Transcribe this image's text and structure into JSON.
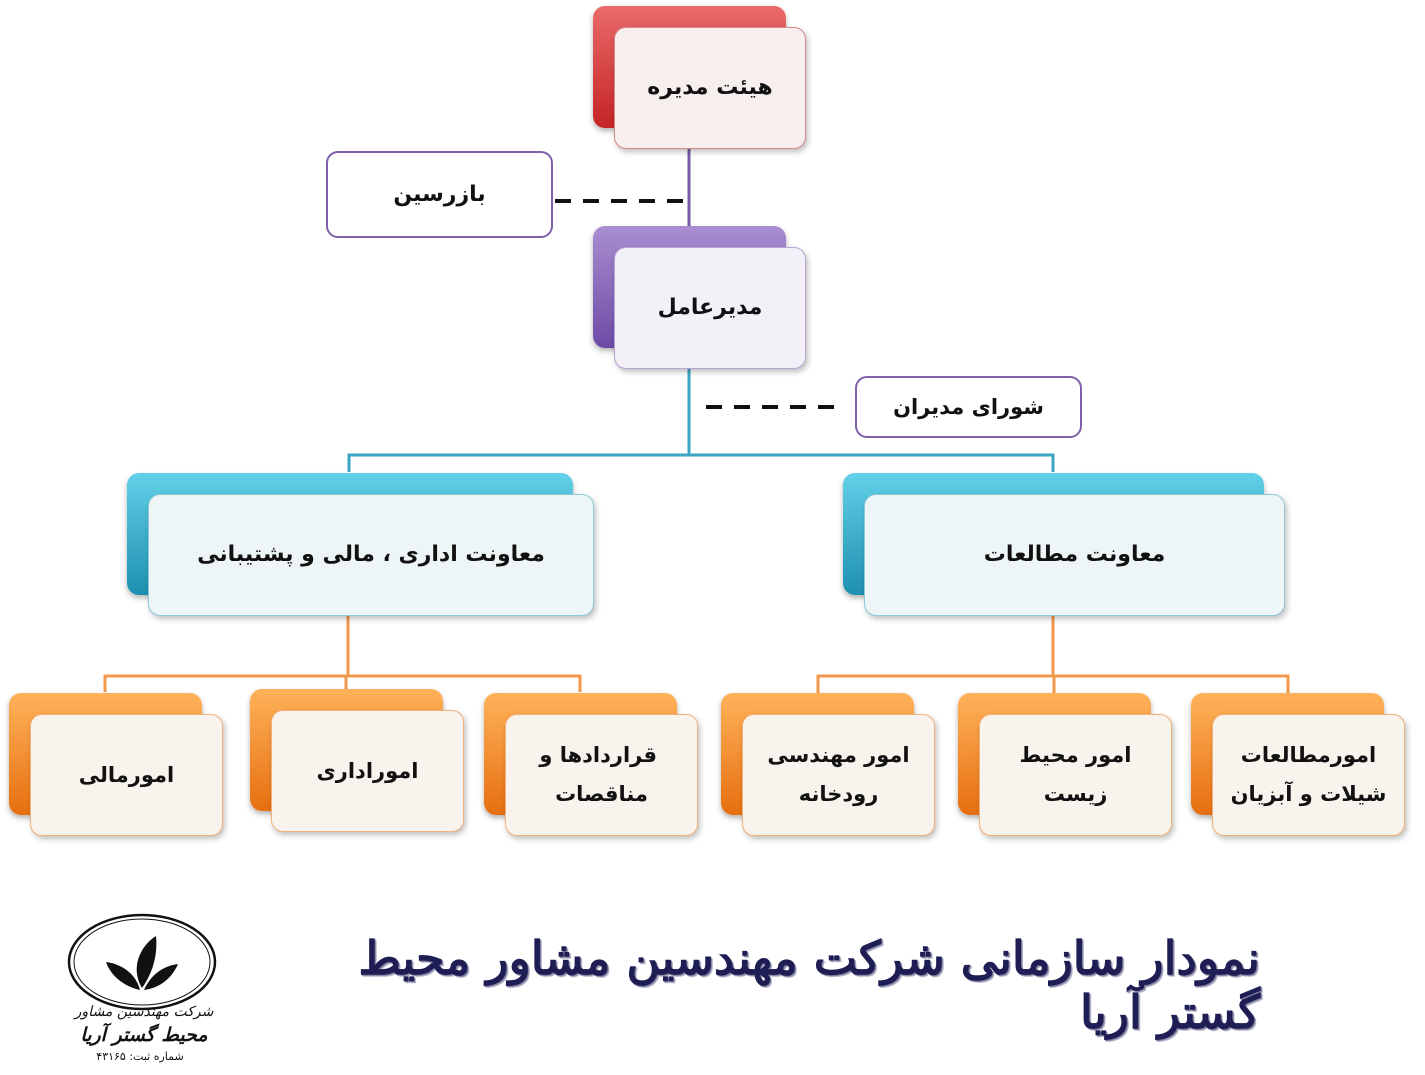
{
  "board": "هیئت مدیره",
  "inspectors": "بازرسین",
  "ceo": "مدیرعامل",
  "managers_council": "شورای مدیران",
  "deputies": {
    "admin": "معاونت اداری ، مالی و پشتیبانی",
    "studies": "معاونت مطالعات"
  },
  "units": {
    "finance": "امورمالی",
    "administration": "اموراداری",
    "contracts_l1": "قراردادها و",
    "contracts_l2": "مناقصات",
    "river_l1": "امور مهندسی",
    "river_l2": "رودخانه",
    "env_l1": "امور محیط",
    "env_l2": "زیست",
    "fisheries_l1": "امورمطالعات",
    "fisheries_l2": "شیلات و آبزیان"
  },
  "title": "نمودار سازمانی شرکت مهندسین مشاور محیط گستر آریا",
  "logo": {
    "line1": "شرکت مهندسین مشاور",
    "line2": "محیط گستر آریا",
    "line3": "شماره ثبت: ۴۳۱۶۵"
  },
  "colors": {
    "red": "#c42424",
    "purple": "#6e4aa6",
    "teal": "#1e8fb0",
    "orange": "#e66f10",
    "title": "#1e1e55"
  }
}
